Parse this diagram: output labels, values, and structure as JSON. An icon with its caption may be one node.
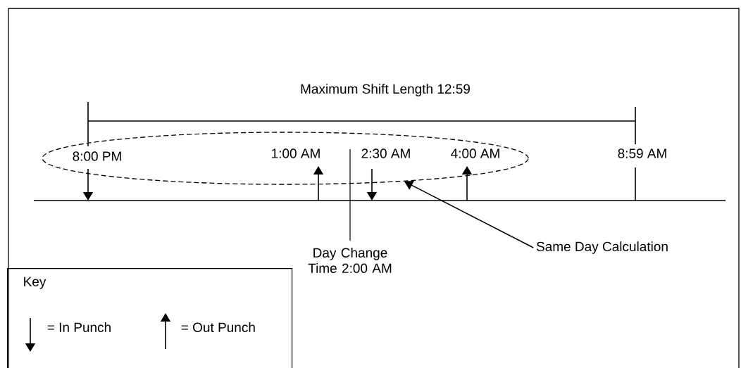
{
  "diagram": {
    "nodes": [
      {
        "text": [
          "Same Day Calculation"
        ]
      },
      {
        "text": [],
        "shape": "ellipse"
      },
      {
        "text": [
          "Key"
        ]
      }
    ],
    "edges": [
      {
        "from": 0,
        "to": 1,
        "arrow": "to"
      }
    ],
    "labels": [
      "Maximum Shift Length 12:59",
      "8:00 PM",
      "1:00 AM",
      "2:30 AM",
      "4:00 AM",
      "8:59 AM",
      "Day Change Time 2:00 AM"
    ],
    "legend": [
      {
        "text": "= In Punch"
      },
      {
        "text": "= Out Punch"
      }
    ]
  }
}
